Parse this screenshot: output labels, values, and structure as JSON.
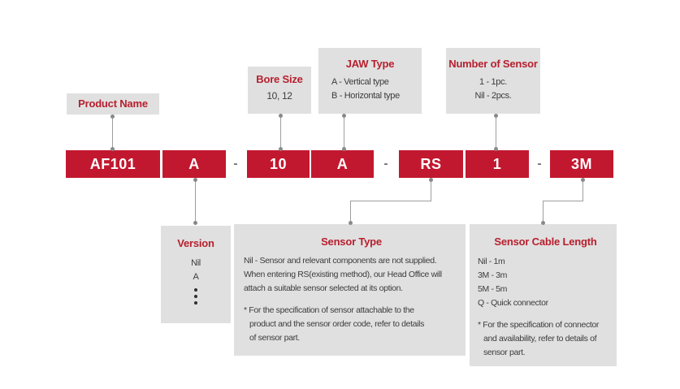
{
  "colors": {
    "block_red": "#c2182f",
    "title_red": "#b71f2e",
    "box_gray": "#e0e0e0",
    "line_gray": "#9e9e9e",
    "body_text": "#3c3c3c"
  },
  "top_labels": [
    {
      "title": "Product Name"
    },
    {
      "title": "Bore Size",
      "lines": [
        "10, 12"
      ]
    },
    {
      "title": "JAW Type",
      "lines": [
        "A - Vertical type",
        "B - Horizontal type"
      ]
    },
    {
      "title": "Number of Sensor",
      "lines": [
        "1 - 1pc.",
        "Nil - 2pcs."
      ]
    }
  ],
  "code_row": {
    "blocks": [
      "AF101",
      "A",
      "10",
      "A",
      "RS",
      "1",
      "3M"
    ],
    "separator": "-"
  },
  "bottom_labels": {
    "version": {
      "title": "Version",
      "lines": [
        "Nil",
        "A"
      ],
      "more_indicator": "vertical-ellipsis"
    },
    "sensor_type": {
      "title": "Sensor Type",
      "lines": [
        "Nil - Sensor and relevant components are not supplied.",
        "When entering RS(existing method), our Head Office will",
        "attach a suitable sensor selected at its option."
      ],
      "note": [
        "* For the specification of sensor attachable to the",
        "product and the sensor order code, refer to details",
        "of sensor part."
      ]
    },
    "sensor_cable_length": {
      "title": "Sensor Cable Length",
      "lines": [
        "Nil - 1m",
        "3M - 3m",
        "5M - 5m",
        "Q - Quick connector"
      ],
      "note": [
        "* For the specification of connector",
        "and availability, refer to details of",
        "sensor part."
      ]
    }
  }
}
